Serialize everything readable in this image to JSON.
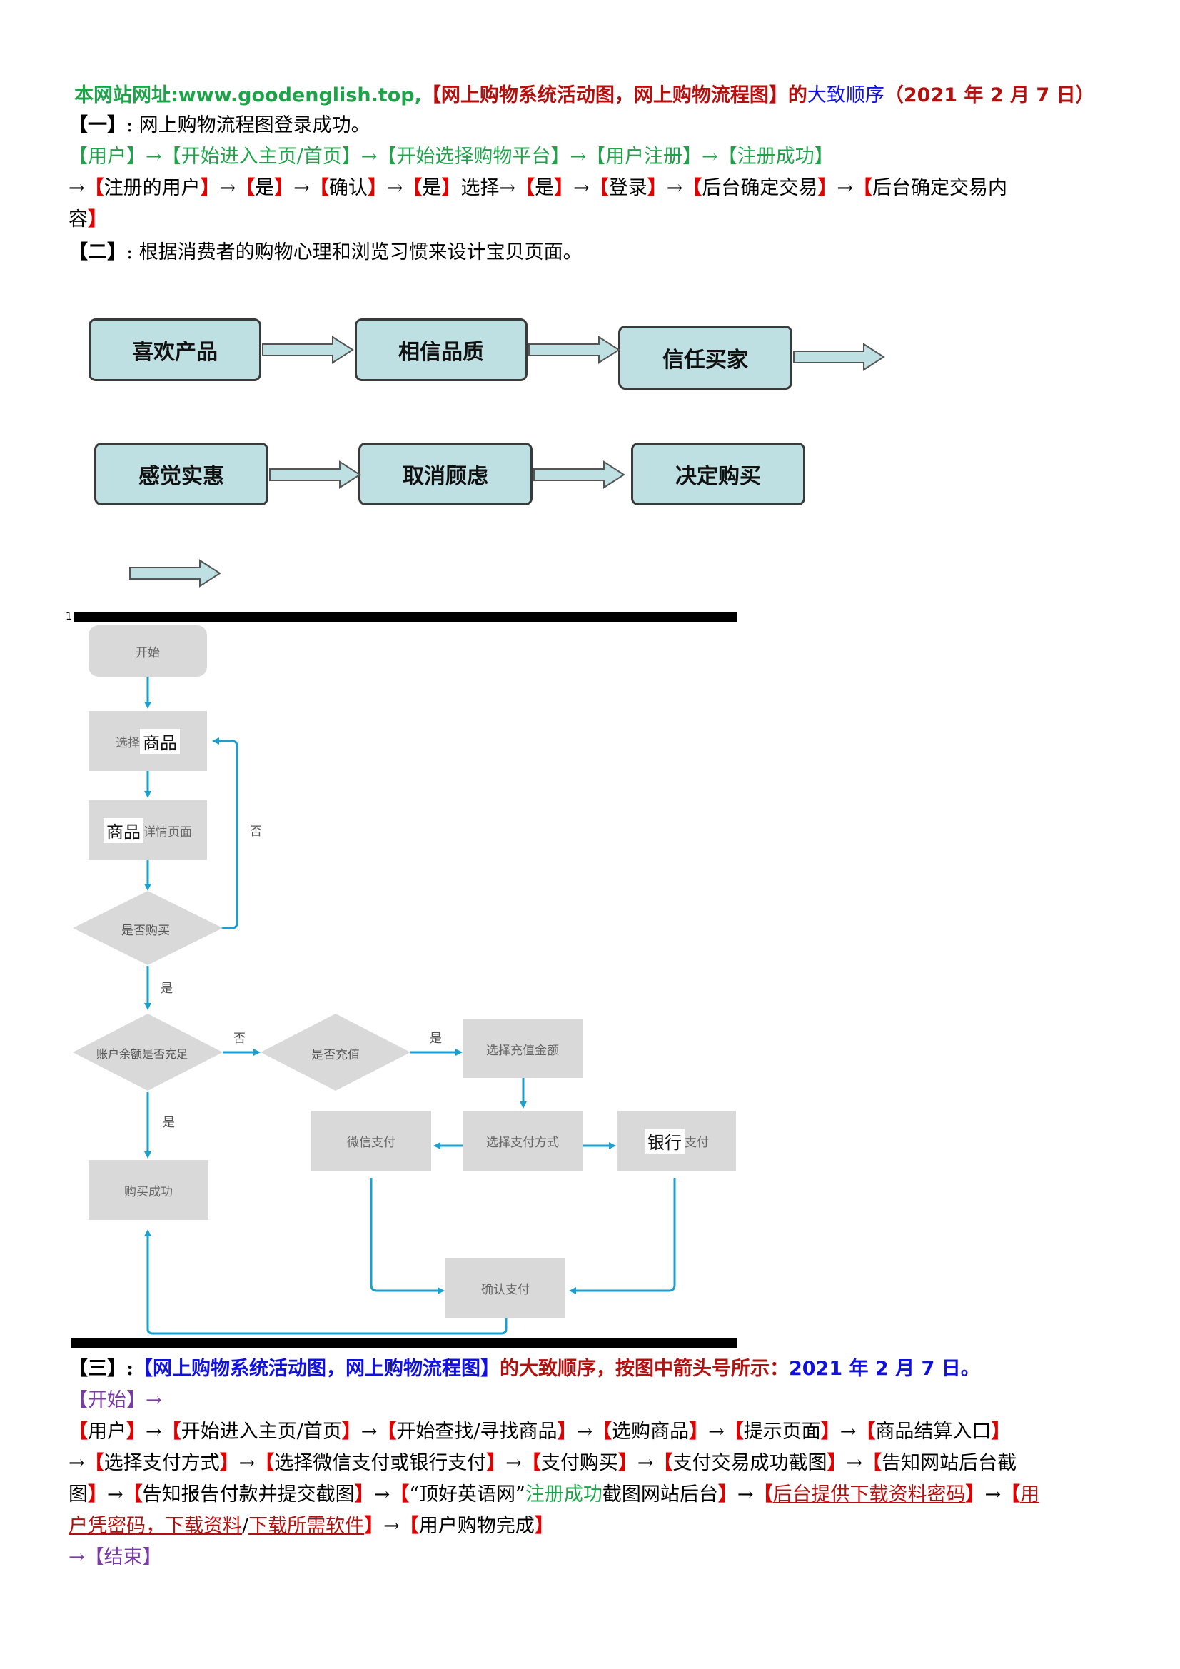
{
  "header": {
    "site_label": "本网站网址:www.goodenglish.top,",
    "title_bracketed": "【网上购物系统活动图，网上购物流程图】",
    "de": "的",
    "rough_order": "大致顺序",
    "date": "（2021 年 2 月 7 日）"
  },
  "section1": {
    "heading_bracket": "【一】",
    "heading_text": ": 网上购物流程图登录成功。",
    "line1": [
      "【用户】",
      "→",
      "【开始进入主页/首页】",
      "→",
      "【开始选择购物平台】",
      "→",
      "【用户注册】",
      "→",
      "【注册成功】"
    ],
    "line2": {
      "items": [
        "注册的用户",
        "是",
        "确认",
        "是",
        "是",
        "登录",
        "后台确定交易",
        "后台确定交易内"
      ],
      "choose": "选择",
      "arrow": "→"
    },
    "line3_tail": "容"
  },
  "section2": {
    "heading_bracket": "【二】",
    "heading_text": ": 根据消费者的购物心理和浏览习惯来设计宝贝页面。",
    "row1": [
      "喜欢产品",
      "相信品质",
      "信任买家"
    ],
    "row2": [
      "感觉实惠",
      "取消顾虑",
      "决定购买"
    ]
  },
  "flowchart": {
    "marker": "1",
    "start": "开始",
    "select_goods_prefix": "选择",
    "select_goods_highlight": "商品",
    "detail_highlight": "商品",
    "detail_suffix": "详情页面",
    "decide_buy": "是否购买",
    "no_label_loop": "否",
    "yes_label_1": "是",
    "balance_check": "账户余额是否充足",
    "no_label_balance": "否",
    "recharge_check": "是否充值",
    "yes_label_recharge": "是",
    "select_amount": "选择充值金额",
    "select_method": "选择支付方式",
    "wechat_pay": "微信支付",
    "bank_highlight": "银行",
    "bank_suffix": "支付",
    "yes_label_2": "是",
    "purchase_success": "购买成功",
    "confirm_pay": "确认支付",
    "arrow_color": "#1aa0d0",
    "box_color": "#d9d9d9"
  },
  "section3": {
    "heading_bracket": "【三】",
    "colon": ":",
    "title_bracketed": "【网上购物系统活动图，网上购物流程图】",
    "order_text": "的大致顺序，按图中箭头号所示：",
    "date": "2021 年 2 月 7 日。",
    "start": "【开始】→",
    "line1": [
      "用户",
      "开始进入主页/首页",
      "开始查找/寻找商品",
      "选购商品",
      "提示页面",
      "商品结算入口"
    ],
    "line2": [
      "选择支付方式",
      "选择微信支付或银行支付",
      "支付购买",
      "支付交易成功截图",
      "告知网站后台截"
    ],
    "line3": {
      "tail_prev": "图",
      "report": "告知报告付款并提交截图",
      "quote_site": "“顶好英语网”",
      "reg_success": "注册成功",
      "screenshot_backend": "截图网站后台",
      "backend_pwd": "后台提供下载资料密码",
      "user_start": "用"
    },
    "line4": {
      "credential": "户凭密码，下载资料",
      "slash": "/",
      "download_software": "下载所需软件",
      "complete": "用户购物完成"
    },
    "end": "→【结束】",
    "arrow": "→"
  }
}
